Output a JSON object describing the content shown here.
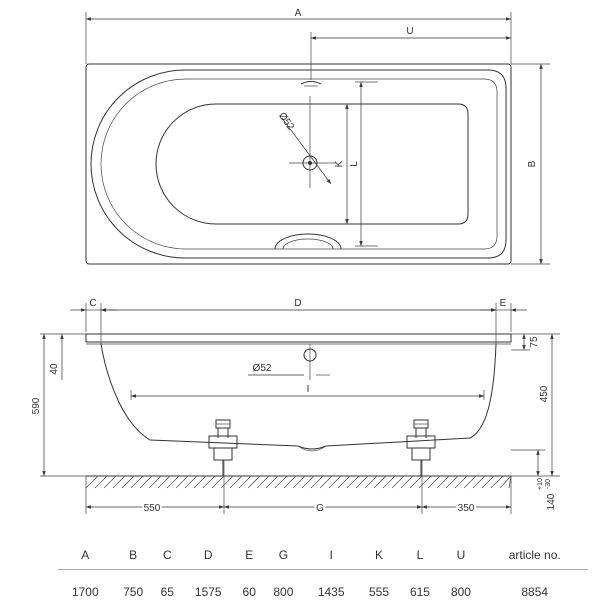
{
  "labels": {
    "A": "A",
    "U": "U",
    "B": "B",
    "K": "K",
    "L": "L",
    "C": "C",
    "D": "D",
    "E": "E",
    "G": "G",
    "I": "I",
    "diameter_top": "Ø52",
    "diameter_side": "Ø52",
    "dim_75": "75",
    "dim_450": "450",
    "dim_40": "40",
    "dim_590": "590",
    "dim_550": "550",
    "dim_350": "350",
    "dim_feet": "140",
    "dim_feet_plus": "+10",
    "dim_feet_minus": "-30"
  },
  "table": {
    "headers": [
      "A",
      "B",
      "C",
      "D",
      "E",
      "G",
      "I",
      "K",
      "L",
      "U",
      "article no."
    ],
    "values": [
      "1700",
      "750",
      "65",
      "1575",
      "60",
      "800",
      "1435",
      "555",
      "615",
      "800",
      "8854"
    ]
  }
}
